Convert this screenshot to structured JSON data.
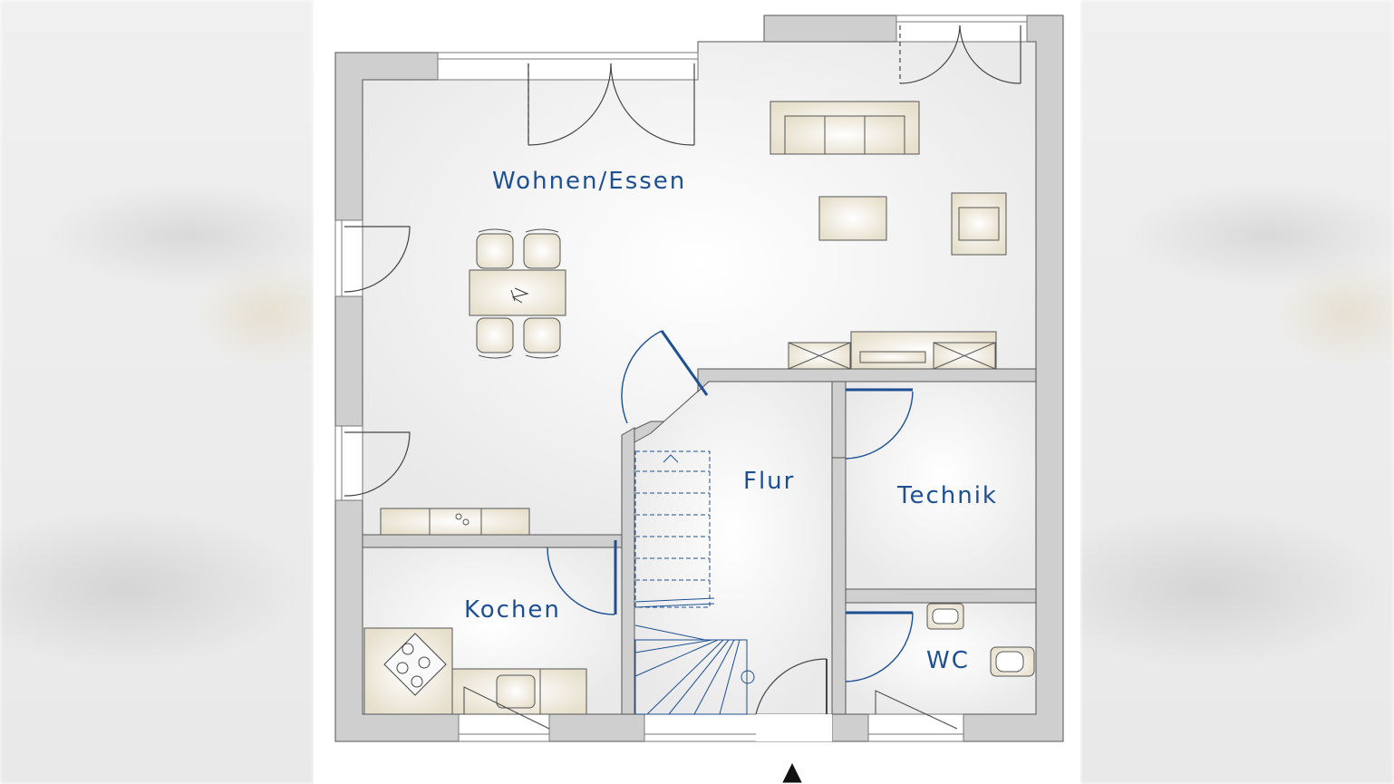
{
  "floorplan": {
    "rooms": [
      {
        "id": "wohnen",
        "label": "Wohnen/Essen"
      },
      {
        "id": "flur",
        "label": "Flur"
      },
      {
        "id": "technik",
        "label": "Technik"
      },
      {
        "id": "kochen",
        "label": "Kochen"
      },
      {
        "id": "wc",
        "label": "WC"
      }
    ],
    "entrance_marker": "▲",
    "colors": {
      "wall": "#cfcfcf",
      "wall_line": "#555555",
      "floor": "#f3f3f3",
      "label": "#1d4f91",
      "furniture": "#ece6d6",
      "stairs_door": "#1d4f91"
    }
  }
}
